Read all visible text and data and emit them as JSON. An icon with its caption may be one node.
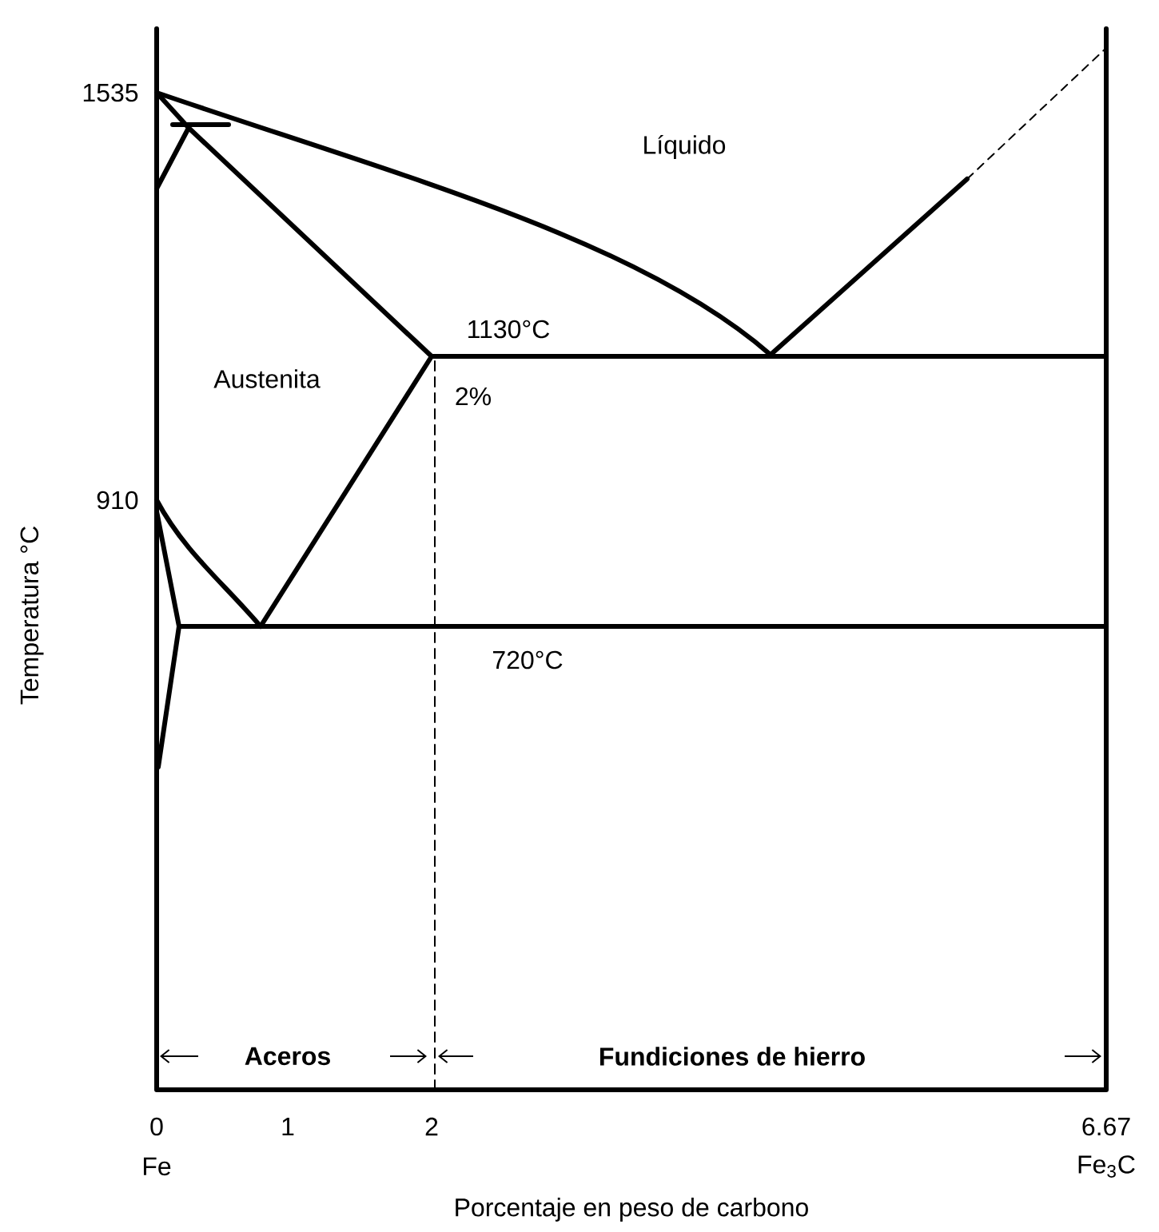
{
  "diagram": {
    "labels": [
      "1535",
      "Líquido",
      "1130°C",
      "Austenita",
      "2%",
      "910",
      "Temperatura °C",
      "720°C",
      "Aceros",
      "Fundiciones de hierro",
      "0",
      "1",
      "2",
      "6.67",
      "Fe",
      "Fe$_{3}$C",
      "Porcentaje en peso de carbono"
    ]
  }
}
